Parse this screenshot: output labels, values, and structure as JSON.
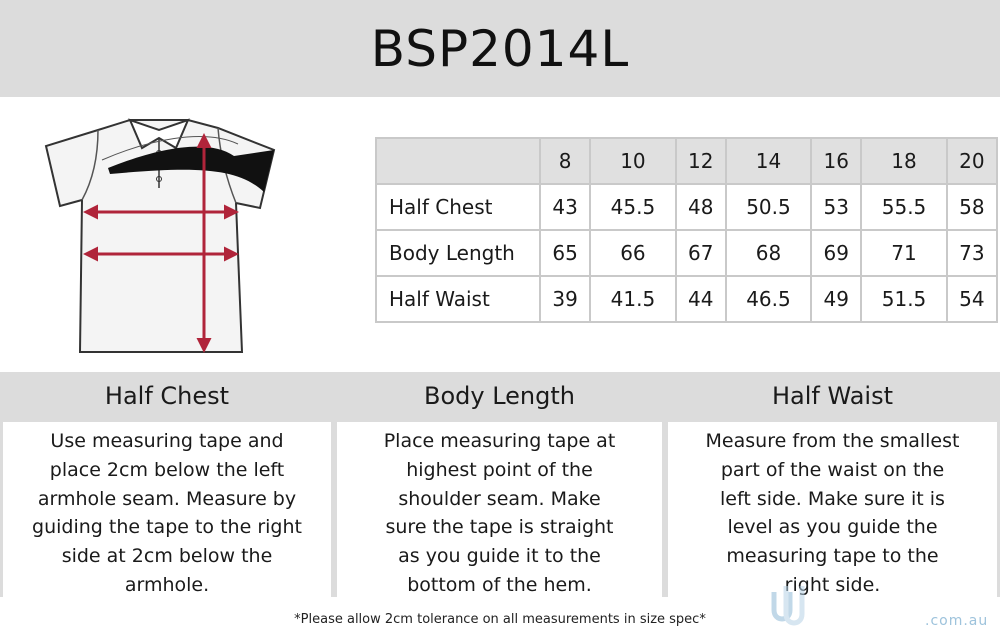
{
  "title": "BSP2014L",
  "table": {
    "sizes": [
      "8",
      "10",
      "12",
      "14",
      "16",
      "18",
      "20"
    ],
    "rows": [
      {
        "label": "Half Chest",
        "values": [
          "43",
          "45.5",
          "48",
          "50.5",
          "53",
          "55.5",
          "58"
        ]
      },
      {
        "label": "Body Length",
        "values": [
          "65",
          "66",
          "67",
          "68",
          "69",
          "71",
          "73"
        ]
      },
      {
        "label": "Half Waist",
        "values": [
          "39",
          "41.5",
          "44",
          "46.5",
          "49",
          "51.5",
          "54"
        ]
      }
    ]
  },
  "sections": [
    {
      "title": "Half Chest",
      "lines": [
        "Use measuring tape and",
        "place 2cm below the left",
        "armhole seam. Measure by",
        "guiding the tape to the right",
        "side at 2cm below the",
        "armhole."
      ]
    },
    {
      "title": "Body Length",
      "lines": [
        "Place measuring tape at",
        "highest point of the",
        "shoulder seam. Make",
        "sure the tape is straight",
        "as you guide it to the",
        "bottom of the hem."
      ]
    },
    {
      "title": "Half Waist",
      "lines": [
        "Measure from the smallest",
        "part of the waist on the",
        "left side. Make sure it is",
        "level as you guide the",
        "measuring tape to the",
        "right side."
      ]
    }
  ],
  "footnote": "*Please allow 2cm tolerance on all measurements in size spec*",
  "watermark": {
    "domain": ".com.au"
  },
  "colors": {
    "arrow": "#b0243a",
    "panel": "#dcdcdc"
  }
}
